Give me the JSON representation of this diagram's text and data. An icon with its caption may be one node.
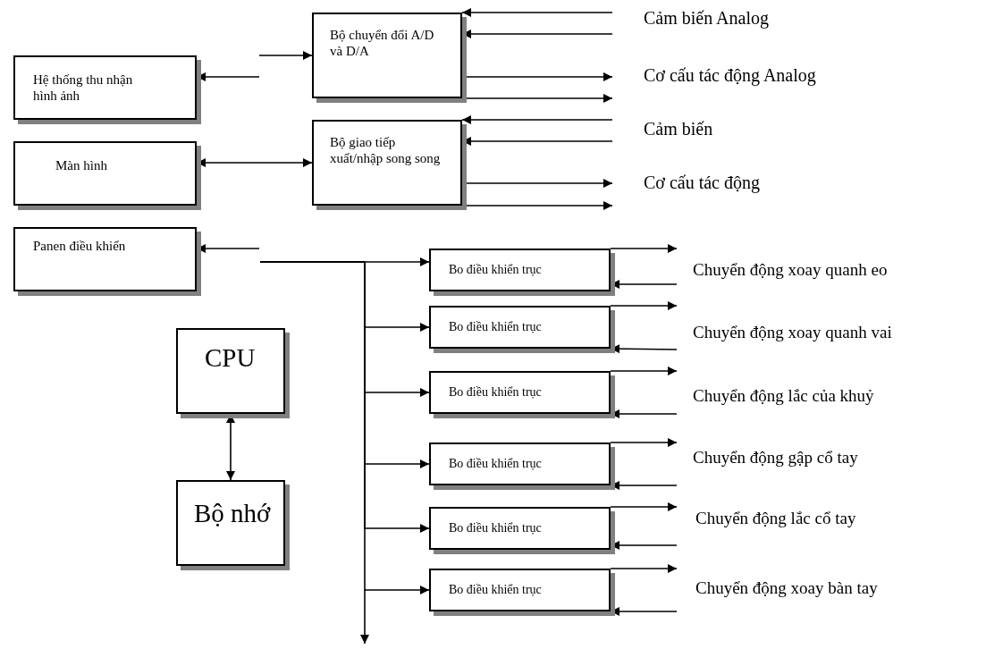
{
  "diagram": {
    "nodes": [
      {
        "text": [
          "Hệ thống thu nhận hình ảnh"
        ]
      },
      {
        "text": [
          "Bộ chuyển đổi A/D và D/A"
        ]
      },
      {
        "text": [
          "Màn hình"
        ]
      },
      {
        "text": [
          "Bộ giao tiếp xuất/nhập song song"
        ]
      },
      {
        "text": [
          "Panen điều khiển"
        ]
      },
      {
        "text": [
          "CPU"
        ]
      },
      {
        "text": [
          "Bộ nhớ"
        ]
      },
      {
        "text": [
          "Bo điều khiển trục"
        ]
      },
      {
        "text": [
          "Bo điều khiển trục"
        ]
      },
      {
        "text": [
          "Bo điều khiển trục"
        ]
      },
      {
        "text": [
          "Bo điều khiển trục"
        ]
      },
      {
        "text": [
          "Bo điều khiển trục"
        ]
      },
      {
        "text": [
          "Bo điều khiển trục"
        ]
      }
    ],
    "edges": [
      {
        "from": null,
        "to": 1,
        "arrow": "to"
      },
      {
        "from": null,
        "to": 0,
        "arrow": "to"
      },
      {
        "from": 2,
        "to": 3,
        "arrow": "both"
      },
      {
        "from": null,
        "to": 4,
        "arrow": "to"
      },
      {
        "from": null,
        "to": 7,
        "arrow": "to"
      },
      {
        "from": null,
        "to": 8,
        "arrow": "to"
      },
      {
        "from": null,
        "to": 9,
        "arrow": "to"
      },
      {
        "from": null,
        "to": 10,
        "arrow": "to"
      },
      {
        "from": null,
        "to": 11,
        "arrow": "to"
      },
      {
        "from": null,
        "to": 12,
        "arrow": "to"
      },
      {
        "from": 5,
        "to": 6,
        "arrow": "both"
      },
      {
        "from": null,
        "to": 1,
        "arrow": "to"
      },
      {
        "from": null,
        "to": 1,
        "arrow": "to"
      },
      {
        "from": 1,
        "to": null,
        "arrow": "to"
      },
      {
        "from": 1,
        "to": null,
        "arrow": "to"
      },
      {
        "from": null,
        "to": 3,
        "arrow": "to"
      },
      {
        "from": null,
        "to": 3,
        "arrow": "to"
      },
      {
        "from": 3,
        "to": null,
        "arrow": "to"
      },
      {
        "from": 3,
        "to": null,
        "arrow": "to"
      },
      {
        "from": 7,
        "to": null,
        "arrow": "to"
      },
      {
        "from": null,
        "to": 7,
        "arrow": "to"
      },
      {
        "from": 8,
        "to": null,
        "arrow": "to"
      },
      {
        "from": null,
        "to": 8,
        "arrow": "to"
      },
      {
        "from": 9,
        "to": null,
        "arrow": "to"
      },
      {
        "from": null,
        "to": 9,
        "arrow": "to"
      },
      {
        "from": 10,
        "to": null,
        "arrow": "to"
      },
      {
        "from": null,
        "to": 10,
        "arrow": "to"
      },
      {
        "from": 11,
        "to": null,
        "arrow": "to"
      },
      {
        "from": null,
        "to": 11,
        "arrow": "to"
      },
      {
        "from": 12,
        "to": null,
        "arrow": "to"
      },
      {
        "from": null,
        "to": 12,
        "arrow": "to"
      }
    ],
    "labels": [
      "Cảm biến Analog",
      "Cơ cấu tác động Analog",
      "Cảm biến",
      "Cơ cấu tác động",
      "Chuyển động xoay quanh eo",
      "Chuyển động xoay quanh vai",
      "Chuyển động lắc của khuỷ",
      "Chuyển động gập cổ tay",
      "Chuyển động lắc cổ tay",
      "Chuyển động xoay bàn tay"
    ]
  }
}
